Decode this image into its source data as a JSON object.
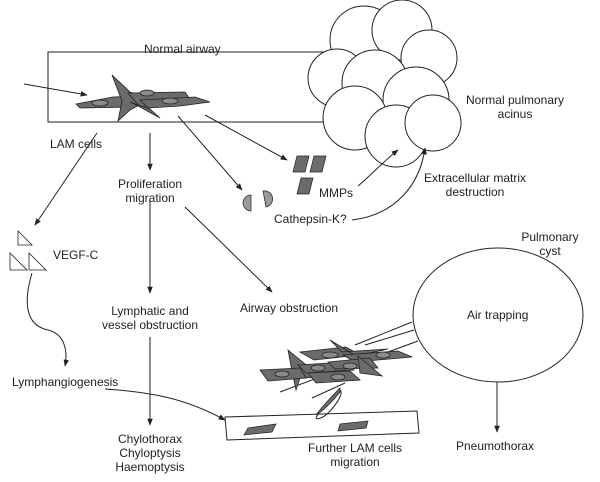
{
  "labels": {
    "normal_airway": "Normal airway",
    "normal_pulmonary_acinus": [
      "Normal pulmonary",
      "acinus"
    ],
    "lam_cells": "LAM cells",
    "mmps": "MMPs",
    "extracellular_matrix_destruction": [
      "Extracellular matrix",
      "destruction"
    ],
    "proliferation_migration": [
      "Proliferation",
      "migration"
    ],
    "cathepsin_k": "Cathepsin-K?",
    "vegf_c": "VEGF-C",
    "pulmonary_cyst": [
      "Pulmonary",
      "cyst"
    ],
    "airway_obstruction": "Airway obstruction",
    "lymphatic_vessel_obstruction": [
      "Lymphatic and",
      "vessel obstruction"
    ],
    "air_trapping": "Air trapping",
    "lymphangiogenesis": "Lymphangiogenesis",
    "outcomes": [
      "Chylothorax",
      "Chyloptysis",
      "Haemoptysis"
    ],
    "further_lam_migration": [
      "Further LAM cells",
      "migration"
    ],
    "pneumothorax": "Pneumothorax"
  },
  "colors": {
    "line": "#222222",
    "cell_fill": "#6b6b6b",
    "nucleus_fill": "#8a8a8a",
    "acinus_fill": "#ffffff"
  }
}
